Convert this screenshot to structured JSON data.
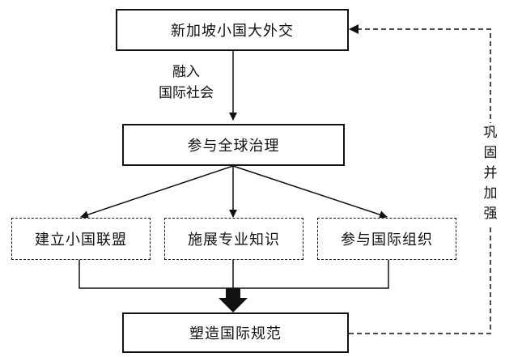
{
  "nodes": {
    "top": "新加坡小国大外交",
    "governance": "参与全球治理",
    "alliance": "建立小国联盟",
    "expertise": "施展专业知识",
    "organizations": "参与国际组织",
    "norms": "塑造国际规范"
  },
  "edges": {
    "integrate_line1": "融入",
    "integrate_line2": "国际社会",
    "feedback": "巩固并加强"
  }
}
